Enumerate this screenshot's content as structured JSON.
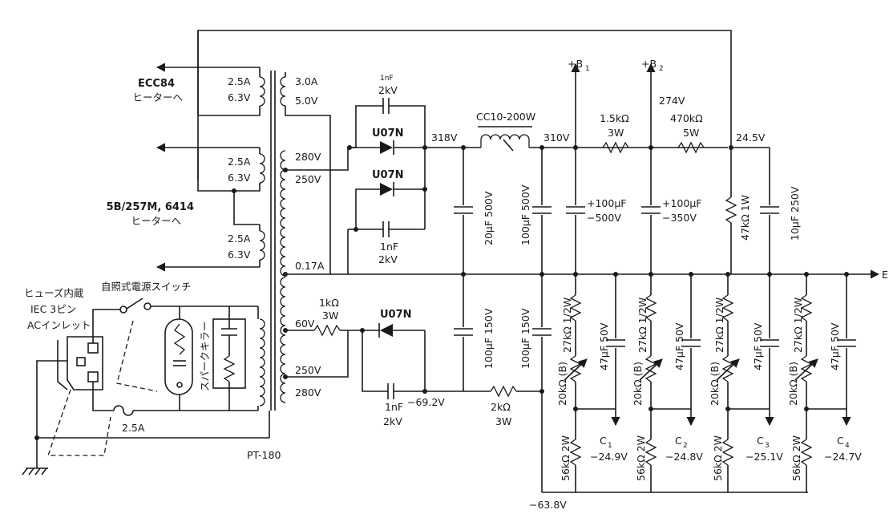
{
  "heaters": {
    "ecc84": {
      "title": "ECC84",
      "sub": "ヒーターへ"
    },
    "tube": {
      "title": "5B/257M, 6414",
      "sub": "ヒーターへ"
    },
    "w1_current": "2.5A",
    "w1_voltage": "6.3V",
    "w2_current": "2.5A",
    "w2_voltage": "6.3V",
    "w3_current": "2.5A",
    "w3_voltage": "6.3V"
  },
  "transformer": {
    "name": "PT-180",
    "tap_30a": "3.0A",
    "tap_50v": "5.0V",
    "tap_280_top": "280V",
    "tap_250_top": "250V",
    "tap_017a": "0.17A",
    "tap_60v": "60V",
    "tap_250_bot": "250V",
    "tap_280_bot": "280V"
  },
  "inlet": {
    "line1": "ヒューズ内蔵",
    "line2": "IEC 3ピン",
    "line3": "ACインレット",
    "switch_label": "自照式電源スイッチ",
    "spark_killer": "スパークキラー",
    "fuse": "2.5A"
  },
  "hv": {
    "cap_top_a": "1nF",
    "cap_top_b": "2kV",
    "diode_top": "U07N",
    "diode_mid": "U07N",
    "cap_mid_a": "1nF",
    "cap_mid_b": "2kV",
    "v318": "318V",
    "choke": "CC10-200W",
    "v310": "310V",
    "b1": "+B",
    "b1_sub": "1",
    "b2": "+B",
    "b2_sub": "2",
    "v274": "274V",
    "r15k_a": "1.5kΩ",
    "r15k_b": "3W",
    "r470k_a": "470kΩ",
    "r470k_b": "5W",
    "v245": "24.5V",
    "c20": "20μF 500V",
    "c100a": "100μF 500V",
    "c100b_a": "+100μF",
    "c100b_b": "−500V",
    "c100c_a": "+100μF",
    "c100c_b": "−350V",
    "r47k": "47kΩ 1W",
    "c10": "10μF 250V",
    "e_label": "E"
  },
  "neg": {
    "r1k_a": "1kΩ",
    "r1k_b": "3W",
    "diode": "U07N",
    "cap_a": "1nF",
    "cap_b": "2kV",
    "v692": "−69.2V",
    "r2k_a": "2kΩ",
    "r2k_b": "3W",
    "c100_150": "100μF 150V",
    "c100_150b": "100μF 150V",
    "v638": "−63.8V",
    "r27k": "27kΩ 1/2W",
    "pot": "20kΩ (B)",
    "c47": "47μF 50V",
    "r56k": "56kΩ 2W",
    "c1": "C",
    "c1_sub": "1",
    "c1_v": "−24.9V",
    "c2": "C",
    "c2_sub": "2",
    "c2_v": "−24.8V",
    "c3": "C",
    "c3_sub": "3",
    "c3_v": "−25.1V",
    "c4": "C",
    "c4_sub": "4",
    "c4_v": "−24.7V"
  }
}
